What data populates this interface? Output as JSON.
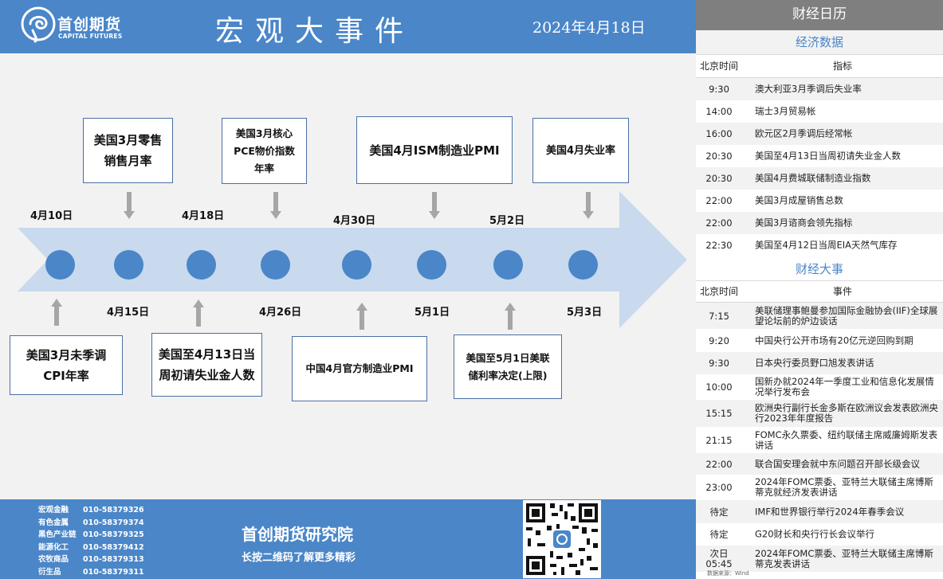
{
  "header": {
    "logo_cn": "首创期货",
    "logo_en": "CAPITAL FUTURES",
    "title": "宏观大事件",
    "date": "2024年4月18日"
  },
  "timeline": {
    "top_dates": [
      "4月10日",
      "4月18日",
      "4月30日",
      "5月2日"
    ],
    "bottom_dates": [
      "4月15日",
      "4月26日",
      "5月1日",
      "5月3日"
    ],
    "top_events": [
      [
        "美国3月零售",
        "销售月率"
      ],
      [
        "美国3月核心",
        "PCE物价指数",
        "年率"
      ],
      [
        "美国4月ISM制造业PMI"
      ],
      [
        "美国4月失业率"
      ]
    ],
    "bottom_events": [
      [
        "美国3月未季调",
        "CPI年率"
      ],
      [
        "美国至4月13日当",
        "周初请失业金人数"
      ],
      [
        "中国4月官方制造业PMI"
      ],
      [
        "美国至5月1日美联",
        "储利率决定(上限)"
      ]
    ]
  },
  "footer": {
    "contacts": [
      {
        "name": "宏观金融",
        "phone": "010-58379326"
      },
      {
        "name": "有色金属",
        "phone": "010-58379374"
      },
      {
        "name": "黑色产业链",
        "phone": "010-58379325"
      },
      {
        "name": "能源化工",
        "phone": "010-58379412"
      },
      {
        "name": "农牧商品",
        "phone": "010-58379313"
      },
      {
        "name": "衍生品",
        "phone": "010-58379311"
      }
    ],
    "institute": "首创期货研究院",
    "tagline": "长按二维码了解更多精彩"
  },
  "calendar": {
    "title": "财经日历",
    "econ_title": "经济数据",
    "econ_headers": [
      "北京时间",
      "指标"
    ],
    "econ_rows": [
      {
        "time": "9:30",
        "item": "澳大利亚3月季调后失业率"
      },
      {
        "time": "14:00",
        "item": "瑞士3月贸易帐"
      },
      {
        "time": "16:00",
        "item": "欧元区2月季调后经常帐"
      },
      {
        "time": "20:30",
        "item": "美国至4月13日当周初请失业金人数"
      },
      {
        "time": "20:30",
        "item": "美国4月费城联储制造业指数"
      },
      {
        "time": "22:00",
        "item": "美国3月成屋销售总数"
      },
      {
        "time": "22:00",
        "item": "美国3月谘商会领先指标"
      },
      {
        "time": "22:30",
        "item": "美国至4月12日当周EIA天然气库存"
      }
    ],
    "events_title": "财经大事",
    "events_headers": [
      "北京时间",
      "事件"
    ],
    "events_rows": [
      {
        "time": "7:15",
        "item": "美联储理事鲍曼参加国际金融协会(IIF)全球展望论坛前的炉边谈话"
      },
      {
        "time": "9:20",
        "item": "中国央行公开市场有20亿元逆回购到期"
      },
      {
        "time": "9:30",
        "item": "日本央行委员野口旭发表讲话"
      },
      {
        "time": "10:00",
        "item": "国新办就2024年一季度工业和信息化发展情况举行发布会"
      },
      {
        "time": "15:15",
        "item": "欧洲央行副行长金多斯在欧洲议会发表欧洲央行2023年年度报告"
      },
      {
        "time": "21:15",
        "item": "FOMC永久票委、纽约联储主席威廉姆斯发表讲话"
      },
      {
        "time": "22:00",
        "item": "联合国安理会就中东问题召开部长级会议"
      },
      {
        "time": "23:00",
        "item": "2024年FOMC票委、亚特兰大联储主席博斯蒂克就经济发表讲话"
      },
      {
        "time": "待定",
        "item": "IMF和世界银行举行2024年春季会议"
      },
      {
        "time": "待定",
        "item": "G20财长和央行行长会议举行"
      },
      {
        "time": "次日05:45",
        "item": "2024年FOMC票委、亚特兰大联储主席博斯蒂克发表讲话"
      }
    ],
    "source": "数据来源：Wind"
  },
  "colors": {
    "brand_blue": "#4a86c8",
    "arrow_fill": "#c9d9ee",
    "gray_header": "#7f7f7f"
  }
}
